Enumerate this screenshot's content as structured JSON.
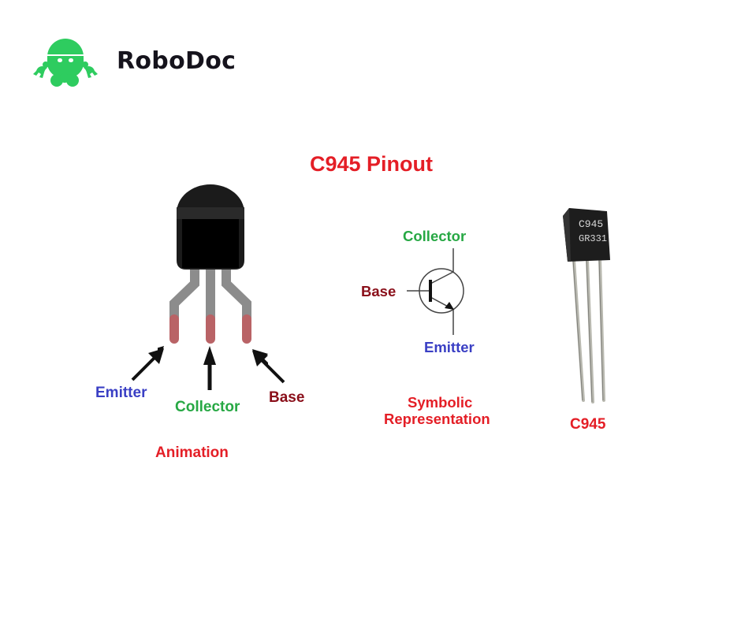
{
  "brand": {
    "name": "RoboDoc",
    "logo_icon": "robot-mascot-icon",
    "logo_color": "#2ecc5f"
  },
  "diagram": {
    "title": "C945 Pinout",
    "colors": {
      "title": "#e41e26",
      "emitter": "#3a3fc4",
      "collector": "#27a844",
      "base": "#8a0f1a",
      "caption": "#e41e26"
    },
    "animation_panel": {
      "pins": [
        "Emitter",
        "Collector",
        "Base"
      ],
      "caption": "Animation"
    },
    "symbol_panel": {
      "collector": "Collector",
      "base": "Base",
      "emitter": "Emitter",
      "caption_line1": "Symbolic",
      "caption_line2": "Representation"
    },
    "photo_panel": {
      "marking_line1": "C945",
      "marking_line2": "GR331",
      "caption": "C945"
    }
  }
}
